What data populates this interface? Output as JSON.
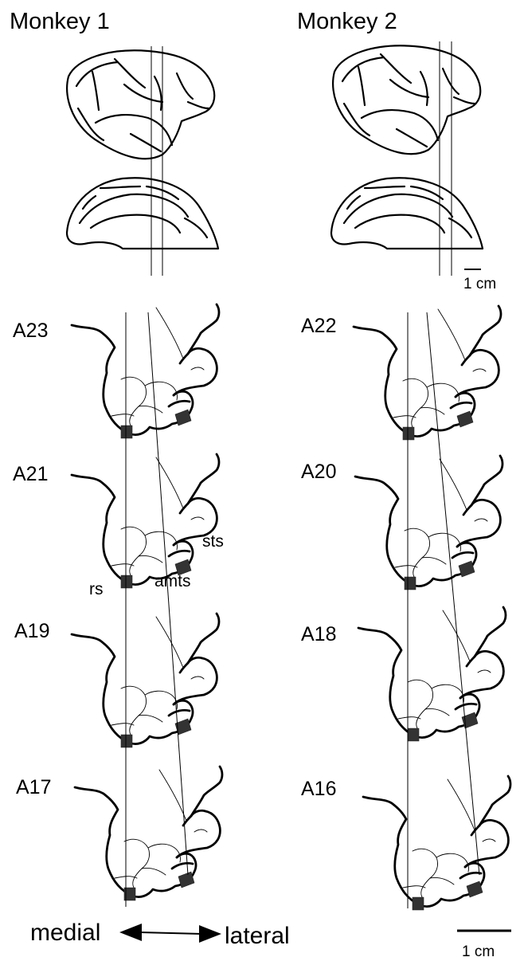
{
  "columns": [
    {
      "title": "Monkey 1"
    },
    {
      "title": "Monkey 2"
    }
  ],
  "top_scale_label": "1 cm",
  "bottom_scale_label": "1 cm",
  "orientation": {
    "left": "medial",
    "right": "lateral"
  },
  "section_labels": {
    "m1": [
      "A23",
      "A21",
      "A19",
      "A17"
    ],
    "m2": [
      "A22",
      "A20",
      "A18",
      "A16"
    ]
  },
  "sulcus_labels": {
    "sts": "sts",
    "amts": "amts",
    "rs": "rs"
  },
  "colors": {
    "line": "#000000",
    "patch": "#333333",
    "background": "#ffffff"
  }
}
